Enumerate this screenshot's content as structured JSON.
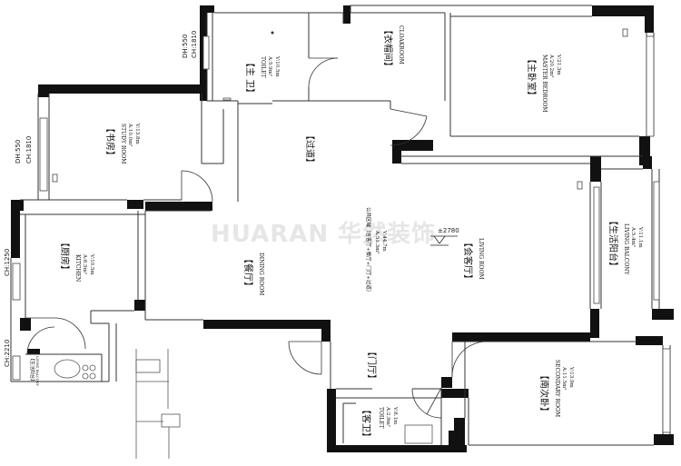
{
  "watermark": "HUARAN 华然装饰",
  "elevation": "±2780",
  "window_dims": {
    "top_dh": "DH:550",
    "top_ch": "CH:1810",
    "study_dh": "DH:550",
    "study_ch": "CH:1810",
    "kitchen_ch": "CH:1250",
    "lower_ch": "CH:2210"
  },
  "rooms": {
    "toilet_main": {
      "cn": "【主 卫】",
      "en": "TOILET",
      "area": "A:5.9m²",
      "v": "V:10.5m"
    },
    "cloakroom": {
      "cn": "【衣帽间】",
      "en": "CLOAKROOM"
    },
    "master": {
      "cn": "【主卧室】",
      "en": "MASTER BEDROOM",
      "area": "A:20.2m²",
      "v": "V:21.3m"
    },
    "study": {
      "cn": "【书房】",
      "en": "STUDY ROOM",
      "area": "A:10.0m²",
      "v": "V:13.8m"
    },
    "corridor": {
      "cn": "【过道】"
    },
    "kitchen": {
      "cn": "【厨房】",
      "en": "KITCHEN",
      "area": "A:6.5m²",
      "v": "V:10.5m"
    },
    "dining": {
      "cn": "【餐厅】",
      "en": "DINING ROOM"
    },
    "public": {
      "title": "公共区域（含客厅+餐厅+门厅+过道）",
      "area": "A:51.3m²",
      "v": "V:44.7m"
    },
    "living": {
      "cn": "【会客厅】",
      "en": "LIVING ROOM"
    },
    "living_balcony": {
      "cn": "【生活阳台】",
      "en": "LIVING BALCONY",
      "area": "A:5.4m²",
      "v": "V:11.1m"
    },
    "entrance": {
      "cn": "【门厅】"
    },
    "toilet_guest": {
      "cn": "【客卫】",
      "en": "TOILET",
      "area": "A:2.9m²",
      "v": "V:8.1m"
    },
    "secondary": {
      "cn": "【南次卧】",
      "en": "SECONDARY ROOM",
      "area": "A:11.5m²",
      "v": "V:13.9m"
    },
    "small_balcony": {
      "cn": "【生活阳台】",
      "en": "LIVING BALCONY"
    }
  }
}
